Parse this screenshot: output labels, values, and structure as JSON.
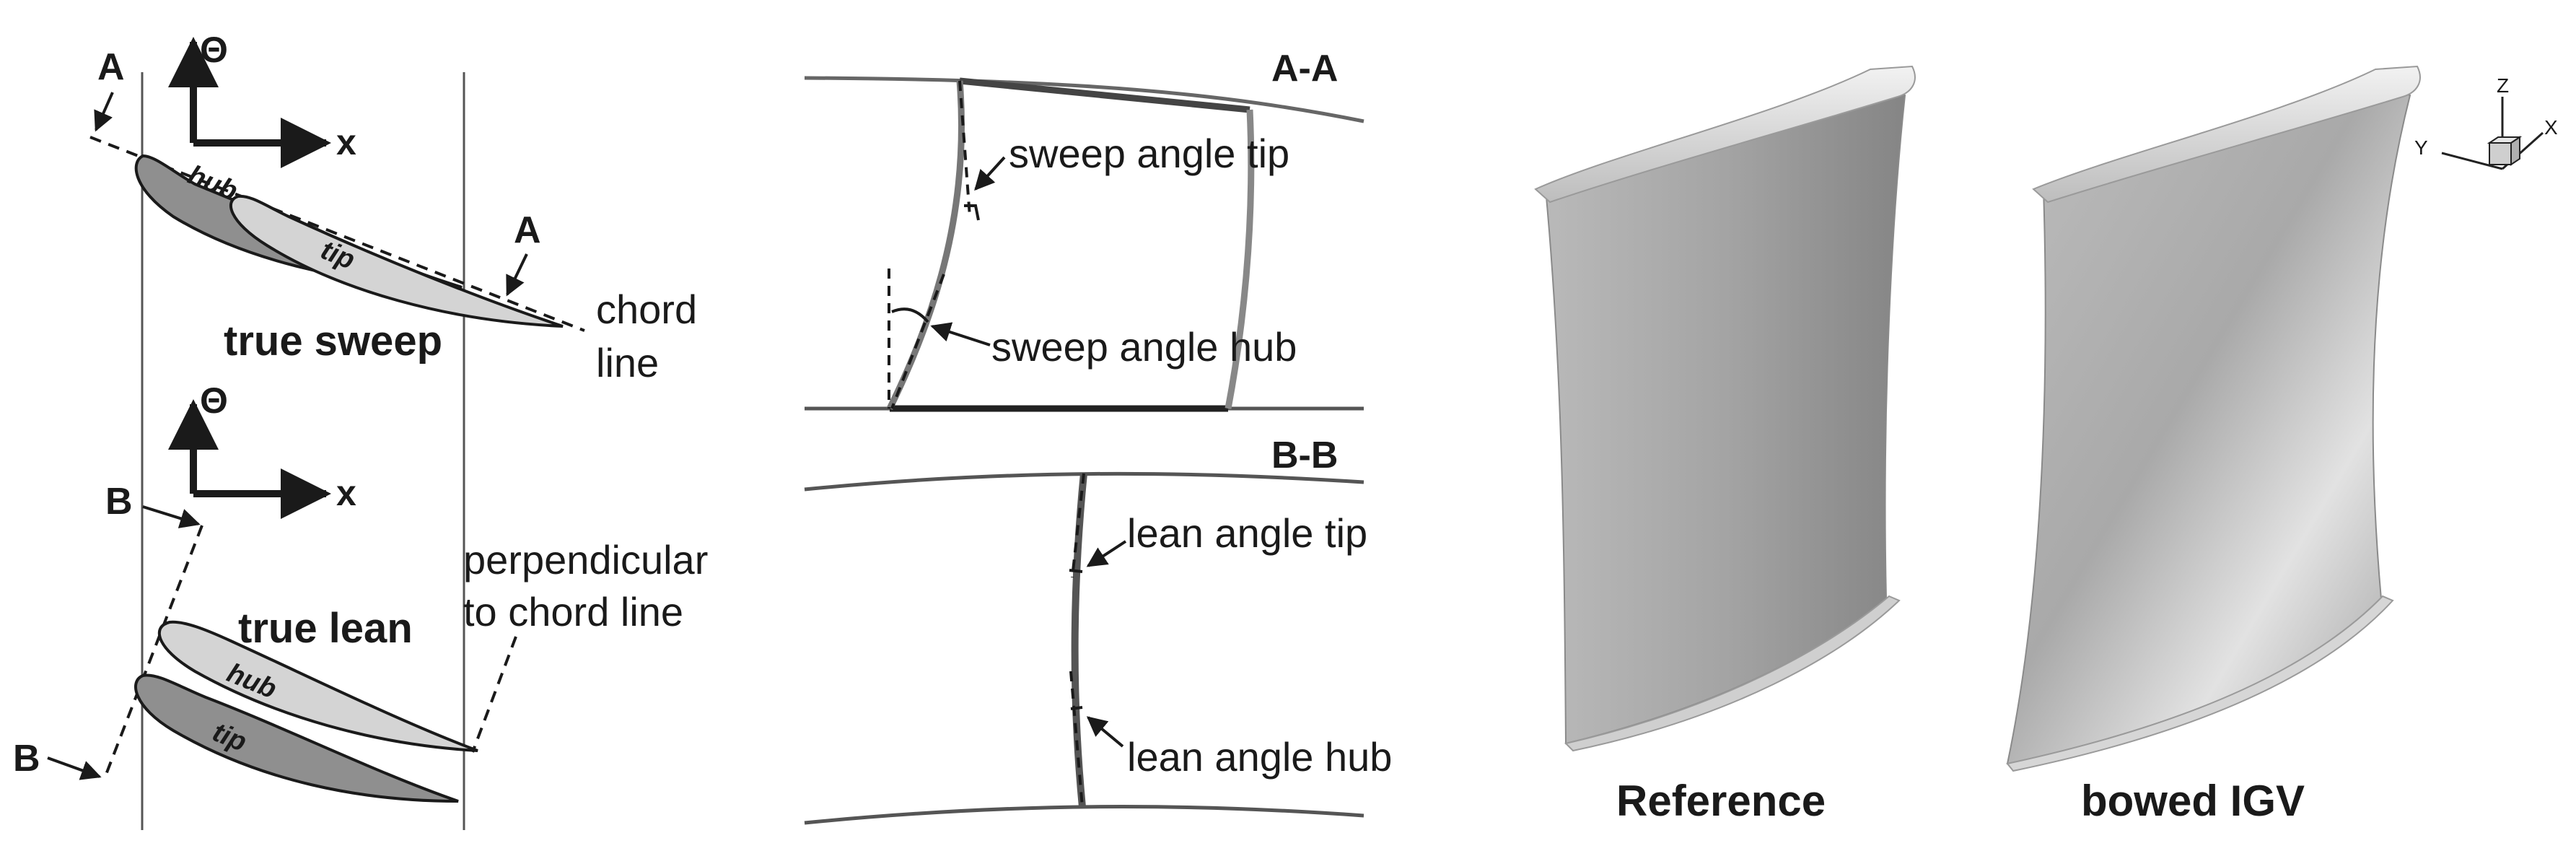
{
  "panel_left": {
    "axes_top": {
      "theta": "Θ",
      "x": "x"
    },
    "axes_bottom": {
      "theta": "Θ",
      "x": "x"
    },
    "section_a": "A",
    "section_b": "B",
    "hub": "hub",
    "tip": "tip",
    "true_sweep": "true sweep",
    "chord_line_1": "chord",
    "chord_line_2": "line",
    "true_lean": "true lean",
    "perpendicular_1": "perpendicular",
    "perpendicular_2": "to chord line"
  },
  "panel_middle": {
    "aa_title": "A-A",
    "bb_title": "B-B",
    "sweep_tip": "sweep angle tip",
    "sweep_hub": "sweep angle hub",
    "lean_tip": "lean angle tip",
    "lean_hub": "lean angle hub"
  },
  "panel_right": {
    "reference": "Reference",
    "bowed": "bowed IGV",
    "triad": {
      "z": "Z",
      "y": "Y",
      "x": "X"
    }
  }
}
